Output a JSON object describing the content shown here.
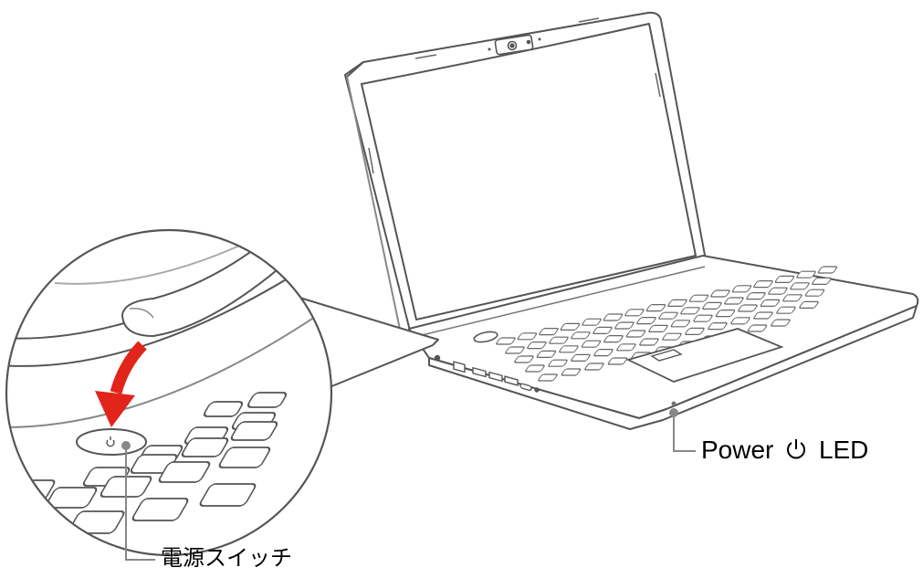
{
  "labels": {
    "power_switch": "電源スイッチ",
    "power_led_prefix": "Power",
    "power_led_suffix": "LED"
  },
  "icons": {
    "power_symbol": "power-icon",
    "press_arrow": "red-curved-arrow"
  },
  "colors": {
    "arrow": "#e1251b",
    "outline": "#555555",
    "callout_line": "#888888"
  }
}
